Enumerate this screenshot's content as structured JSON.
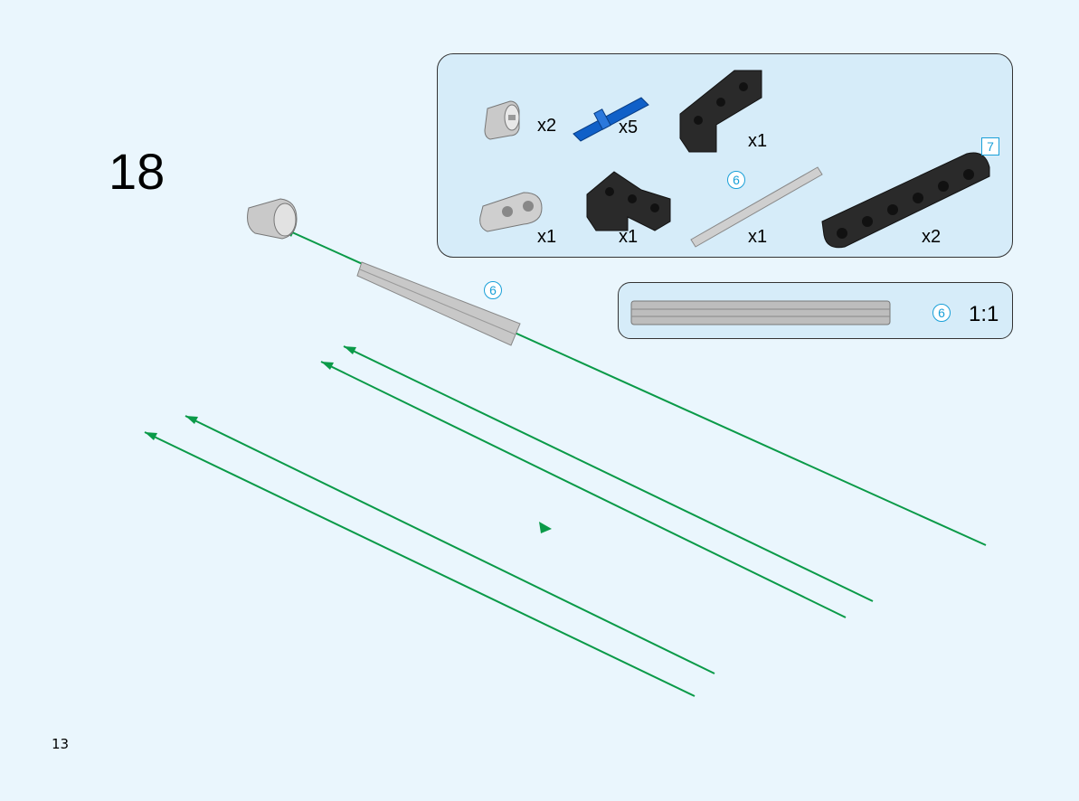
{
  "step": {
    "number": "18"
  },
  "page": {
    "number": "13"
  },
  "parts_list": {
    "items": [
      {
        "part": "connector-peg-light-gray",
        "qty": "x2"
      },
      {
        "part": "axle-pin-blue",
        "qty": "x5"
      },
      {
        "part": "angled-beam-black-large",
        "qty": "x1"
      },
      {
        "part": "beam-7-black",
        "qty": "x2"
      },
      {
        "part": "double-connector-light-gray",
        "qty": "x1"
      },
      {
        "part": "t-beam-black",
        "qty": "x1"
      },
      {
        "part": "axle-6-light-gray",
        "qty": "x1"
      }
    ],
    "axle_length_label": "6",
    "beam_length_label": "7"
  },
  "scale_box": {
    "length_label": "6",
    "scale": "1:1"
  },
  "assembly": {
    "axle_length_label": "6"
  },
  "colors": {
    "background": "#eaf6fd",
    "panel": "#d6ecf9",
    "guide_line": "#0a9a48",
    "pin_blue": "#0f5fc4",
    "beam_black": "#2a2a2a",
    "gray": "#c8c8c8",
    "callout": "#1aa0d8"
  }
}
